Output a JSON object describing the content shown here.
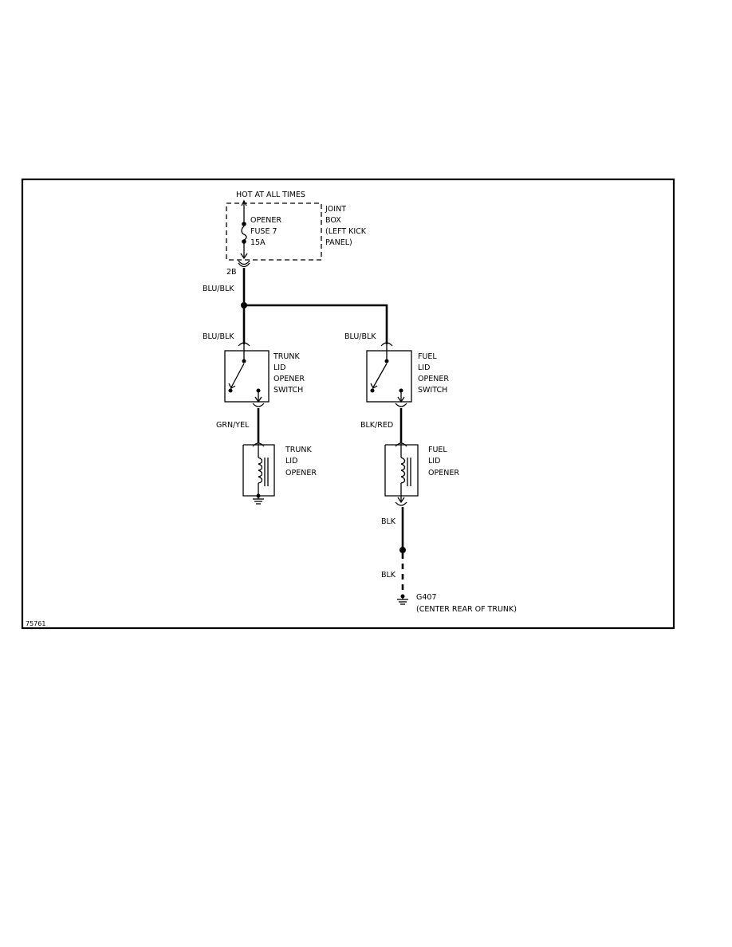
{
  "power": {
    "label": "HOT AT ALL TIMES"
  },
  "joint_box": {
    "line1": "JOINT",
    "line2": "BOX",
    "line3": "(LEFT KICK",
    "line4": "PANEL)"
  },
  "fuse": {
    "line1": "OPENER",
    "line2": "FUSE 7",
    "line3": "15A"
  },
  "connector_2b": "2B",
  "wires": {
    "main": "BLU/BLK",
    "trunk_branch": "BLU/BLK",
    "fuel_branch": "BLU/BLK",
    "trunk_opener_feed": "GRN/YEL",
    "fuel_opener_feed": "BLK/RED",
    "ground_upper": "BLK",
    "ground_lower": "BLK"
  },
  "trunk_switch": {
    "line1": "TRUNK",
    "line2": "LID",
    "line3": "OPENER",
    "line4": "SWITCH"
  },
  "fuel_switch": {
    "line1": "FUEL",
    "line2": "LID",
    "line3": "OPENER",
    "line4": "SWITCH"
  },
  "trunk_opener": {
    "line1": "TRUNK",
    "line2": "LID",
    "line3": "OPENER"
  },
  "fuel_opener": {
    "line1": "FUEL",
    "line2": "LID",
    "line3": "OPENER"
  },
  "ground": {
    "id": "G407",
    "location": "(CENTER REAR OF TRUNK)"
  },
  "figure_id": "75761"
}
